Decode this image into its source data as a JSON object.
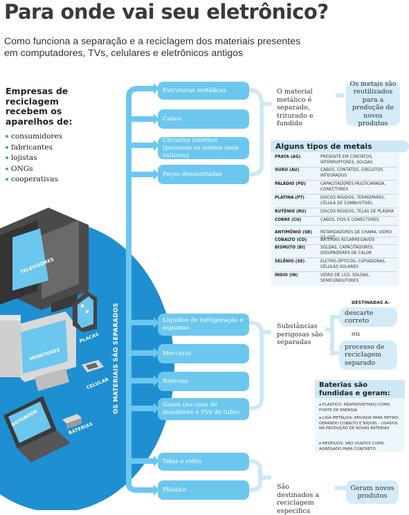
{
  "header": {
    "title": "Para onde vai seu eletrônico?",
    "subtitle": "Como funciona a separação e a reciclagem dos materiais presentes em computadores, TVs, celulares e eletrônicos antigos"
  },
  "companies": {
    "heading": "Empresas de reciclagem recebem os aparelhos de:",
    "items": [
      "consumidores",
      "fabricantes",
      "lojistas",
      "ONGs",
      "cooperativas"
    ]
  },
  "spine_label": "OS MATERIAIS SÃO SEPARADOS",
  "devices": {
    "televisores": "TELEVISORES",
    "monitores": "MONITORES",
    "placas": "PLACAS",
    "celular": "CELULAR",
    "notebook": "NOTEBOOK",
    "baterias": "BATERIAS"
  },
  "materials": {
    "group1": [
      "Estruturas metálicas",
      "Cabos",
      "Circuitos internos (possuem os metais mais valiosos)",
      "Peças desmontadas"
    ],
    "group2": [
      "Líquidos de refrigeração e espumas",
      "Mercúrio",
      "Baterias",
      "Gases (no caso de monitores e TVs de tubo)"
    ],
    "group3": [
      "Telas e vidro",
      "Plástico"
    ]
  },
  "flow1": {
    "middle": "O material metálico é separado, triturado e fundido",
    "result": "Os metais são reutilizados para a produção de novos produtos"
  },
  "metals_table": {
    "heading": "Alguns tipos de metais",
    "rows": [
      {
        "name": "PRATA (AG)",
        "desc": "PRESENTE EM CONTATOS, INTERRUPTORES, SOLDAS"
      },
      {
        "name": "OURO (AU)",
        "desc": "CABOS, CONTATOS, CIRCUITOS INTEGRADOS"
      },
      {
        "name": "PALÁDIO (PD)",
        "desc": "CAPACITADORES MULTICAMADA, CONECTORES"
      },
      {
        "name": "PLATINA (PT)",
        "desc": "DISCOS RÍGIDOS, TERMOPARES, CÉLULA DE COMBUSTÍVEL"
      },
      {
        "name": "RUTÊNIO (RU)",
        "desc": "DISCOS RÍGIDOS, TELAS DE PLASMA"
      },
      {
        "name": "COBRE (CU)",
        "desc": "CABOS, FIOS E CONECTORES"
      },
      {
        "name": "ANTIMÔNIO (SB)",
        "desc": "RETARDADORES DE CHAMA, VIDRO DE CRT"
      },
      {
        "name": "COBALTO (CO)",
        "desc": "BATERIAS RECARREGÁVEIS"
      },
      {
        "name": "BISMUTO (BI)",
        "desc": "SOLDAS, CAPACITADORES, DISSIPADORES DE CALOR"
      },
      {
        "name": "SELÊNIO (SE)",
        "desc": "ELETRO-ÓPTICOS, COPIADORAS, CÉLULAS SOLARES"
      },
      {
        "name": "ÍNDIO (IN)",
        "desc": "VIDRO DE LCD, SOLDAS, SEMICONDUTORES"
      }
    ]
  },
  "flow2": {
    "middle": "Substâncias perigosas são separadas",
    "destined_label": "DESTINADAS A:",
    "option1": "descarte correto",
    "or": "ou",
    "option2": "processo de reciclagem separado"
  },
  "batteries_box": {
    "heading": "Baterias são fundidas e geram:",
    "items": [
      "PLÁSTICO: REAPROVEITADO COMO FONTE DE ENERGIA",
      "LIGA METÁLICA: ENVIADA PARA REFINO GERANDO COBALTO E NÍQUEL - USADOS NA PRODUÇÃO DE NOVAS BATERIAS",
      "RESÍDUOS: SÃO USADOS COMO AGREGADO PARA CONCRETO"
    ]
  },
  "flow3": {
    "middle": "São destinados a reciclagem específica",
    "result": "Geram novos produtos"
  },
  "colors": {
    "accent": "#6cc7ef",
    "pale": "#d4ecf8",
    "dark_blue": "#2aa7dd"
  }
}
